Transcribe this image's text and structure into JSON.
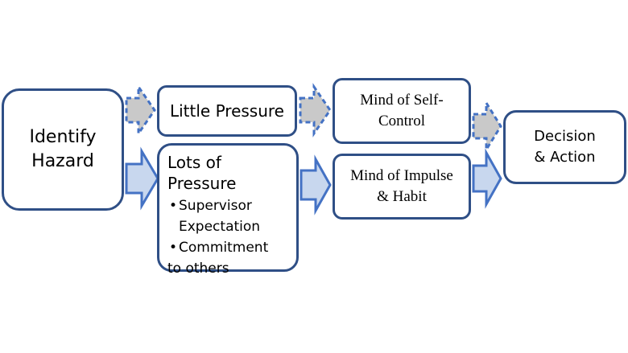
{
  "boxes": {
    "identify_hazard": {
      "lines": [
        "Identify",
        "Hazard"
      ]
    },
    "little_pressure": {
      "label": "Little Pressure"
    },
    "lots_of_pressure": {
      "title": "Lots of Pressure",
      "bullets": [
        {
          "lines": [
            "Supervisor",
            "Expectation"
          ]
        },
        {
          "lines": [
            "Commitment",
            "to others"
          ]
        }
      ]
    },
    "mind_self_control": {
      "lines": [
        "Mind of Self-",
        "Control"
      ]
    },
    "mind_impulse_habit": {
      "lines": [
        "Mind of Impulse",
        "& Habit"
      ]
    },
    "decision_action": {
      "lines": [
        "Decision",
        "& Action"
      ]
    }
  },
  "colors": {
    "box_border": "#2f4f86",
    "arrow_blue_fill": "#c8d7ee",
    "arrow_blue_stroke": "#4472c4",
    "arrow_gray_fill": "#c9c9c9",
    "arrow_gray_stroke": "#4472c4"
  },
  "arrows": [
    {
      "from": "identify_hazard",
      "to": "little_pressure",
      "style": "dashed-gray"
    },
    {
      "from": "identify_hazard",
      "to": "lots_of_pressure",
      "style": "solid-blue"
    },
    {
      "from": "little_pressure",
      "to": "mind_self_control",
      "style": "dashed-gray"
    },
    {
      "from": "lots_of_pressure",
      "to": "mind_impulse_habit",
      "style": "solid-blue"
    },
    {
      "from": "mind_self_control",
      "to": "decision_action",
      "style": "dashed-gray"
    },
    {
      "from": "mind_impulse_habit",
      "to": "decision_action",
      "style": "solid-blue"
    }
  ]
}
